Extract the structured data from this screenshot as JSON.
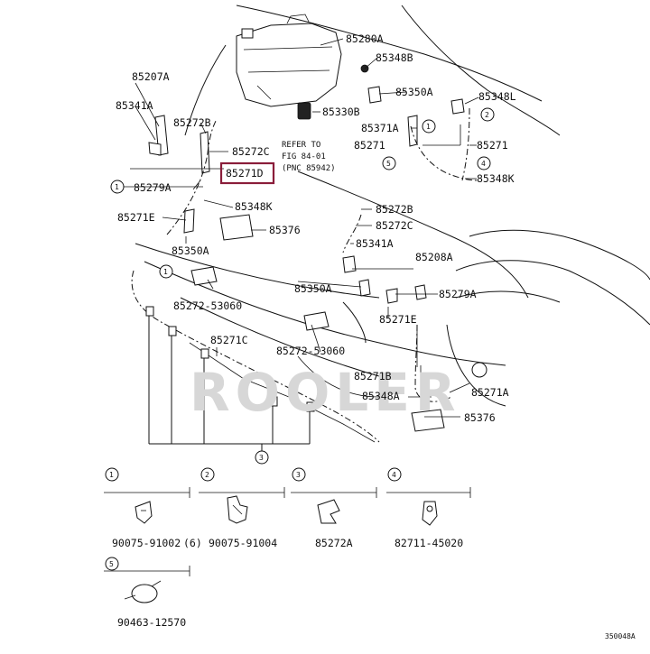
{
  "title": "",
  "watermark": "ROOLER",
  "figure_code": "350048A",
  "highlighted_part": "85271D",
  "reference_note": [
    "REFER TO",
    "FIG 84-01",
    "(PNC 85942)"
  ],
  "callouts": {
    "85280A": "85280A",
    "85348B": "85348B",
    "85350A_top": "85350A",
    "85348L": "85348L",
    "85330B": "85330B",
    "85371A": "85371A",
    "85271_r1": "85271",
    "85271_r2": "85271",
    "85348K_r": "85348K",
    "85207A": "85207A",
    "85341A_l": "85341A",
    "85272B_l": "85272B",
    "85272C_l": "85272C",
    "85271D": "85271D",
    "85279A_l": "85279A",
    "85348K_m": "85348K",
    "85271E_l": "85271E",
    "85376_m": "85376",
    "85272B_m": "85272B",
    "85272C_m": "85272C",
    "85350A_l": "85350A",
    "85341A_m": "85341A",
    "85208A": "85208A",
    "85350A_m": "85350A",
    "85279A_r": "85279A",
    "85271E_m": "85271E",
    "85272_53060_l": "85272-53060",
    "85271C": "85271C",
    "85272_53060_m": "85272-53060",
    "85271B": "85271B",
    "85348A": "85348A",
    "85271A": "85271A",
    "85376_r": "85376"
  },
  "circle_refs": [
    "1",
    "2",
    "3",
    "4",
    "5"
  ],
  "legend": [
    {
      "num": "1",
      "part": "90075-91002",
      "qty": "(6)"
    },
    {
      "num": "2",
      "part": "90075-91004",
      "qty": ""
    },
    {
      "num": "3",
      "part": "85272A",
      "qty": ""
    },
    {
      "num": "4",
      "part": "82711-45020",
      "qty": ""
    },
    {
      "num": "5",
      "part": "90463-12570",
      "qty": ""
    }
  ]
}
